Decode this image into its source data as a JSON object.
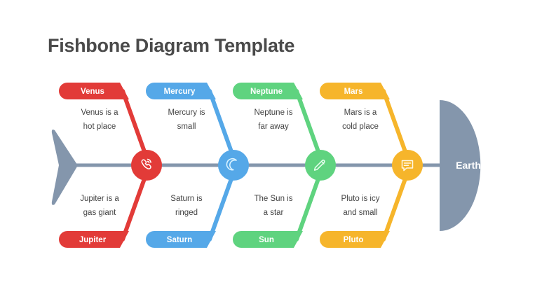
{
  "title": "Fishbone Diagram Template",
  "head": {
    "label": "Earth",
    "color": "#8496ac"
  },
  "tail": {
    "color": "#8496ac"
  },
  "spine": {
    "color": "#8496ac"
  },
  "branches": [
    {
      "color": "#e23b38",
      "icon": "phone-call-icon",
      "top": {
        "label": "Venus",
        "text_line1": "Venus is a",
        "text_line2": "hot place"
      },
      "bottom": {
        "label": "Jupiter",
        "text_line1": "Jupiter is a",
        "text_line2": "gas giant"
      }
    },
    {
      "color": "#55a8e8",
      "icon": "moon-icon",
      "top": {
        "label": "Mercury",
        "text_line1": "Mercury is",
        "text_line2": "small"
      },
      "bottom": {
        "label": "Saturn",
        "text_line1": "Saturn is",
        "text_line2": "ringed"
      }
    },
    {
      "color": "#5fd37f",
      "icon": "pencil-icon",
      "top": {
        "label": "Neptune",
        "text_line1": "Neptune is",
        "text_line2": "far away"
      },
      "bottom": {
        "label": "Sun",
        "text_line1": "The Sun is",
        "text_line2": "a star"
      }
    },
    {
      "color": "#f6b52b",
      "icon": "chat-bubble-icon",
      "top": {
        "label": "Mars",
        "text_line1": "Mars is a",
        "text_line2": "cold place"
      },
      "bottom": {
        "label": "Pluto",
        "text_line1": "Pluto is icy",
        "text_line2": "and small"
      }
    }
  ]
}
